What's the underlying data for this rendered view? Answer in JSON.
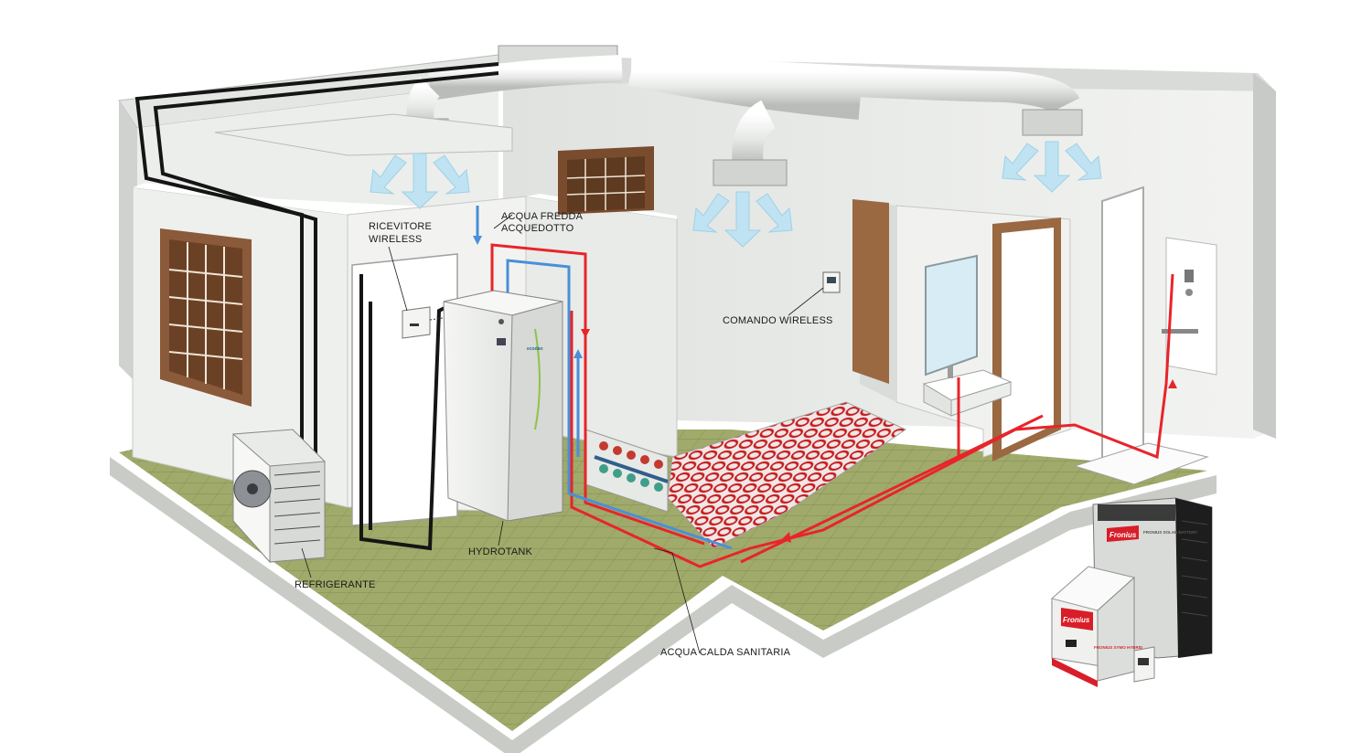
{
  "labels": {
    "acqua_fredda_line1": "ACQUA FREDDA",
    "acqua_fredda_line2": "ACQUEDOTTO",
    "ricevitore_line1": "RICEVITORE",
    "ricevitore_line2": "WIRELESS",
    "comando_wireless": "COMANDO WIRELESS",
    "hydrotank": "HYDROTANK",
    "refrigerante": "REFRIGERANTE",
    "acqua_calda_sanitaria": "ACQUA CALDA SANITARIA"
  },
  "products": {
    "hydrotank_brand": "ecodan",
    "inverter_brand": "Fronius",
    "battery_brand": "Fronius",
    "inverter_model": "FRONIUS SYMO HYBRID",
    "battery_model": "FRONIUS SOLAR BATTERY"
  },
  "colors": {
    "hot_water": "#e8242a",
    "cold_water": "#4a8fd8",
    "refrigerant": "#151515",
    "floor": "#9aa466",
    "walls": "#eef0ed",
    "air_flow": "#bfe3f2"
  }
}
